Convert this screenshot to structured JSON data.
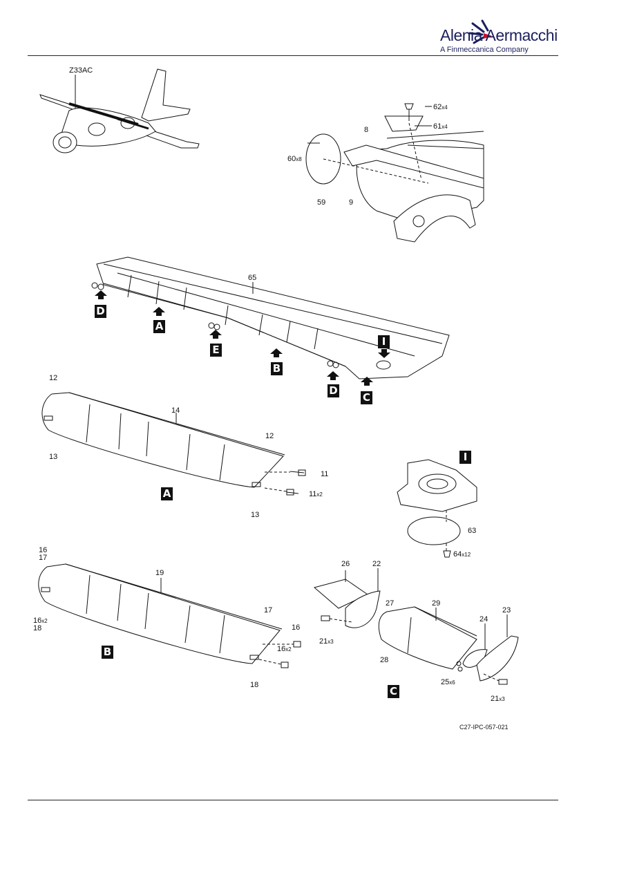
{
  "header": {
    "brand": "Alenia Aermacchi",
    "subtitle": "A Finmeccanica Company"
  },
  "figure_reference": "C27-IPC-057-021",
  "aircraft_label": "Z33AC",
  "detail_tags": {
    "A1": "A",
    "A2": "A",
    "B1": "B",
    "B2": "B",
    "C1": "C",
    "C2": "C",
    "D1": "D",
    "D2": "D",
    "E": "E",
    "I1": "I",
    "I2": "I"
  },
  "callouts": {
    "c62": {
      "num": "62",
      "qty": "x4"
    },
    "c61": {
      "num": "61",
      "qty": "x4"
    },
    "c8": {
      "num": "8",
      "qty": ""
    },
    "c60": {
      "num": "60",
      "qty": "x8"
    },
    "c59": {
      "num": "59",
      "qty": ""
    },
    "c9": {
      "num": "9",
      "qty": ""
    },
    "c65": {
      "num": "65",
      "qty": ""
    },
    "c12a": {
      "num": "12",
      "qty": ""
    },
    "c14": {
      "num": "14",
      "qty": ""
    },
    "c13a": {
      "num": "13",
      "qty": ""
    },
    "c12b": {
      "num": "12",
      "qty": ""
    },
    "c11a": {
      "num": "11",
      "qty": ""
    },
    "c11b": {
      "num": "11",
      "qty": "x2"
    },
    "c13b": {
      "num": "13",
      "qty": ""
    },
    "c63": {
      "num": "63",
      "qty": ""
    },
    "c64": {
      "num": "64",
      "qty": "x12"
    },
    "c16a": {
      "num": "16",
      "qty": ""
    },
    "c17a": {
      "num": "17",
      "qty": ""
    },
    "c16b": {
      "num": "16",
      "qty": "x2"
    },
    "c18a": {
      "num": "18",
      "qty": ""
    },
    "c19": {
      "num": "19",
      "qty": ""
    },
    "c17b": {
      "num": "17",
      "qty": ""
    },
    "c16c": {
      "num": "16",
      "qty": ""
    },
    "c16d": {
      "num": "16",
      "qty": "x2"
    },
    "c18b": {
      "num": "18",
      "qty": ""
    },
    "c26": {
      "num": "26",
      "qty": ""
    },
    "c22": {
      "num": "22",
      "qty": ""
    },
    "c27": {
      "num": "27",
      "qty": ""
    },
    "c29": {
      "num": "29",
      "qty": ""
    },
    "c21a": {
      "num": "21",
      "qty": "x3"
    },
    "c28": {
      "num": "28",
      "qty": ""
    },
    "c24": {
      "num": "24",
      "qty": ""
    },
    "c23": {
      "num": "23",
      "qty": ""
    },
    "c25": {
      "num": "25",
      "qty": "x6"
    },
    "c21b": {
      "num": "21",
      "qty": "x3"
    }
  },
  "colors": {
    "brand": "#1b1f5c",
    "accent": "#c8102e",
    "ink": "#111111"
  }
}
